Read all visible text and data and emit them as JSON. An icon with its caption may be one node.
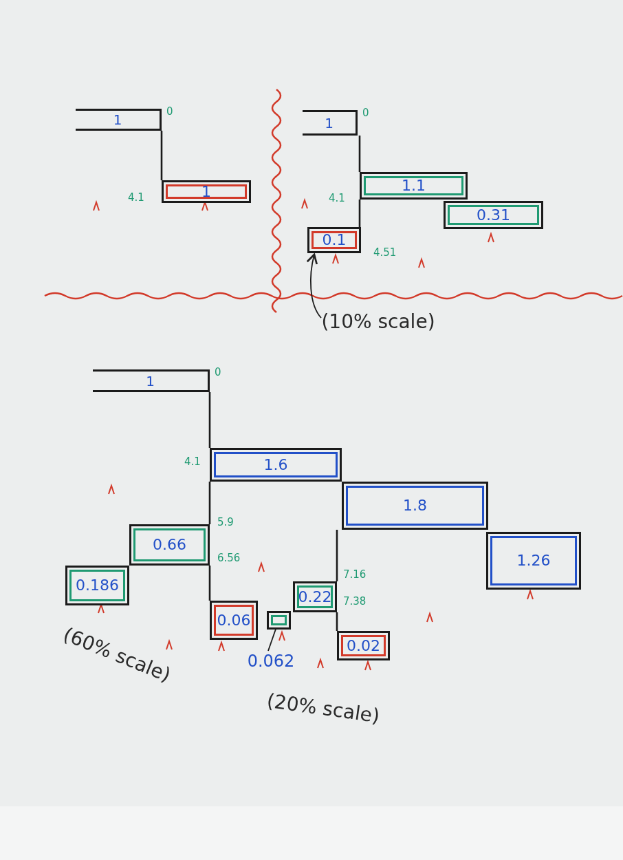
{
  "diagram": {
    "nodes": [
      {
        "text": [
          "1"
        ],
        "beside": [
          "0"
        ]
      },
      {
        "text": [
          "1"
        ]
      },
      {
        "text": [
          "1"
        ],
        "beside": [
          "0"
        ]
      },
      {
        "text": [
          "1.1"
        ]
      },
      {
        "text": [
          "0.31"
        ]
      },
      {
        "text": [
          "0.1"
        ]
      },
      {
        "text": [
          "(10% scale)"
        ]
      },
      {
        "text": [
          "1"
        ],
        "beside": [
          "0"
        ]
      },
      {
        "text": [
          "1.6"
        ]
      },
      {
        "text": [
          "1.8"
        ]
      },
      {
        "text": [
          "1.26"
        ]
      },
      {
        "text": [
          "0.66"
        ]
      },
      {
        "text": [
          "0.186"
        ]
      },
      {
        "text": [
          "0.06"
        ]
      },
      {
        "text": [],
        "shape": "box"
      },
      {
        "text": [
          "0.22"
        ]
      },
      {
        "text": [
          "0.02"
        ]
      },
      {
        "text": [
          "0.062"
        ]
      },
      {
        "text": [
          "(60% scale)"
        ]
      },
      {
        "text": [
          "(20% scale)"
        ]
      }
    ],
    "edges": [
      {
        "from": 0,
        "to": 1,
        "arrow": "none"
      },
      {
        "from": 2,
        "to": 3,
        "arrow": "none"
      },
      {
        "from": 3,
        "to": 5,
        "arrow": "none"
      },
      {
        "from": 6,
        "to": 5,
        "arrow": "to"
      },
      {
        "from": 7,
        "to": 8,
        "arrow": "none"
      },
      {
        "from": 8,
        "to": 11,
        "arrow": "none"
      },
      {
        "from": 11,
        "to": 13,
        "arrow": "none"
      },
      {
        "from": 9,
        "to": 15,
        "arrow": "none"
      },
      {
        "from": 15,
        "to": 16,
        "arrow": "none"
      },
      {
        "from": 17,
        "to": 14,
        "arrow": "none"
      }
    ],
    "labels": [
      "4.1",
      "4.1",
      "4.51",
      "4.1",
      "5.9",
      "6.56",
      "7.16",
      "7.38"
    ]
  }
}
